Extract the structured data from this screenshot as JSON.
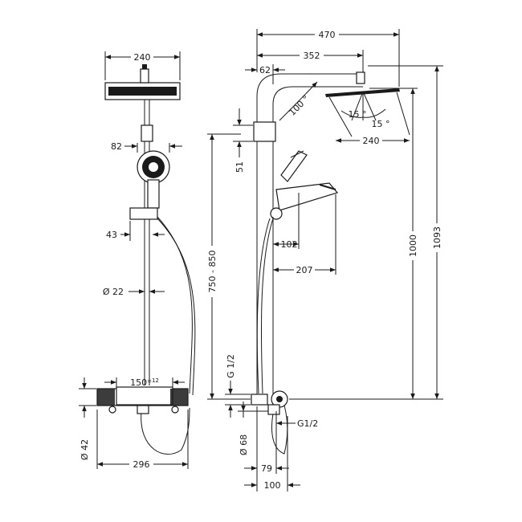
{
  "diagram": {
    "front_view": {
      "head_width": "240",
      "hand_shower_width": "82",
      "holder_offset": "43",
      "rail_diameter": "Ø 22",
      "thermostat_spacing": "150",
      "thermostat_spacing_tol": "±12",
      "thermostat_diameter": "Ø 42",
      "thermostat_width": "296"
    },
    "side_view": {
      "arm_total": "470",
      "arm_reach": "352",
      "top_offset": "62",
      "arm_angle": "100 °",
      "tilt_a": "15 °",
      "tilt_b": "15 °",
      "head_width": "240",
      "clamp_height": "51",
      "hand_depth": "102",
      "hand_reach": "207",
      "height_range": "750 - 850",
      "rail_height": "1000",
      "total_height": "1093",
      "thread_upper": "G 1/2",
      "thread_lower": "G1/2",
      "mixer_diameter": "Ø 68",
      "mixer_depth": "79",
      "wall_offset": "100"
    }
  }
}
